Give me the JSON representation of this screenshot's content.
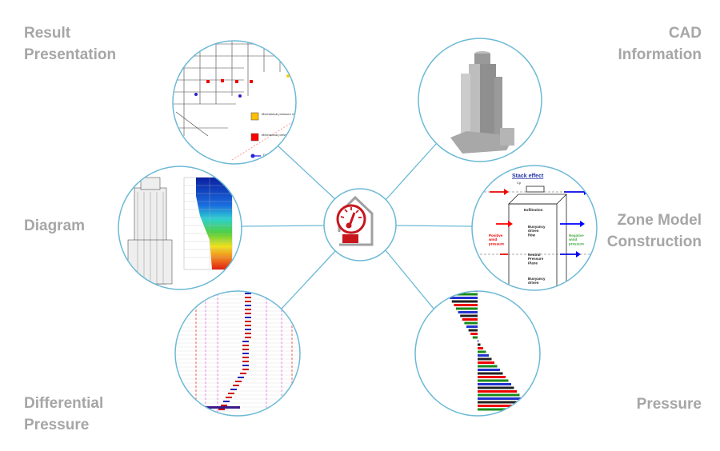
{
  "labels": {
    "result_presentation": "Result\nPresentation",
    "cad_information": "CAD\nInformation",
    "diagram": "Diagram",
    "zone_model": "Zone Model\nConstruction",
    "differential_pressure": "Differential\nPressure",
    "pressure": "Pressure"
  },
  "zone_model_figure": {
    "title": "Stack effect",
    "cp": "Cp",
    "exfiltration": "Exfiltration",
    "buoyancy_flow": "Buoyancy\ndriven\nflow",
    "positive": "Positive\nwind\npressure",
    "negative": "Negative\nwind\npressure",
    "neutral": "Neutral\nPressure\nPlane",
    "buoyancy2": "Buoyancy\ndriven"
  },
  "result_legend": {
    "item1": "Mechanical pressure m... stairwells (controlled by... monitoring on the stai... Level 01, opened at f...",
    "item2": "Mechanical pressu... wells (opened in... stairwell emerg...",
    "item3": "Differ..."
  },
  "colors": {
    "ring": "#6cb9d6",
    "label": "#a6a6a6",
    "accent": "#c8161d",
    "house": "#a0a0a0"
  },
  "center_icon": "house-pressure-gauge-icon"
}
